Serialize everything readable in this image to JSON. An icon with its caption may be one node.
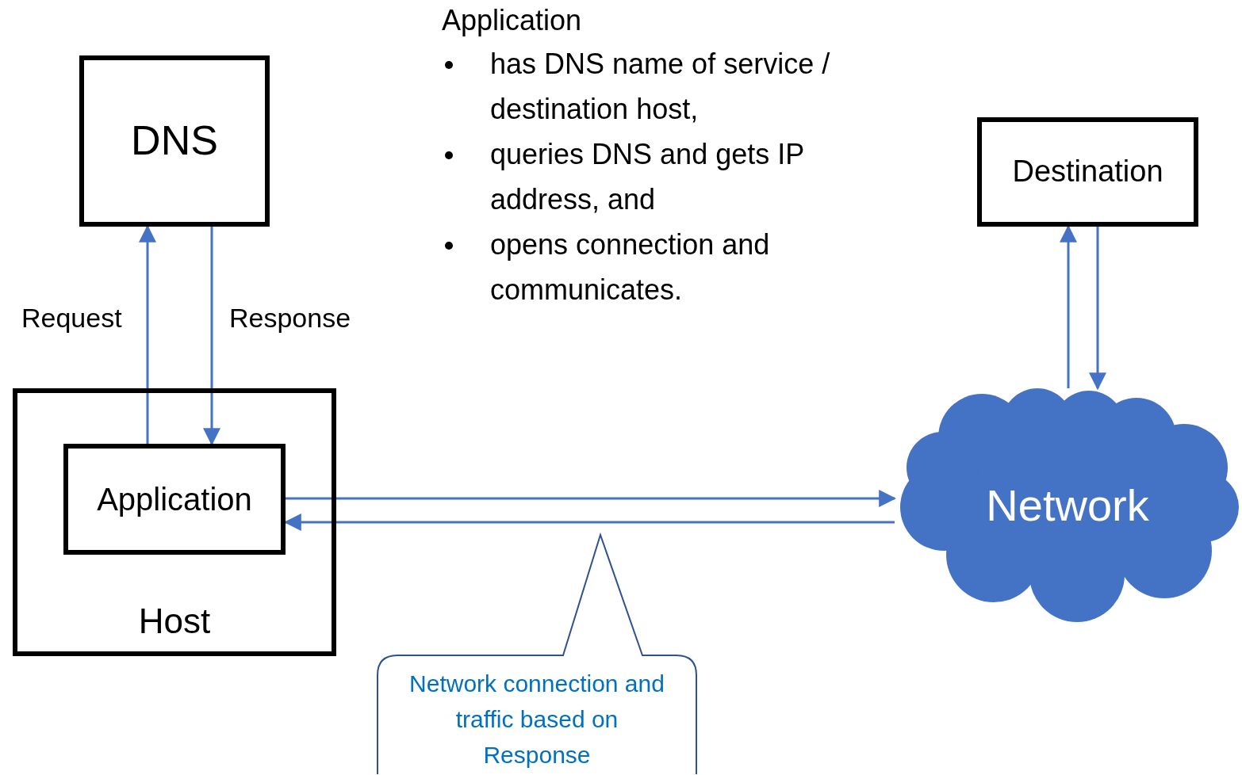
{
  "diagram": {
    "nodes": [
      {
        "text": [
          "DNS"
        ]
      },
      {
        "text": [
          "Host"
        ]
      },
      {
        "text": [
          "Application"
        ],
        "in": 1
      },
      {
        "text": [
          "Destination"
        ]
      },
      {
        "text": [
          "Network"
        ]
      },
      {
        "text": [
          "Network connection and traffic based on Response"
        ]
      }
    ],
    "edges": [
      {
        "from": 2,
        "to": 0,
        "arrow": "to",
        "label": "Request"
      },
      {
        "from": 0,
        "to": 2,
        "arrow": "to",
        "label": "Response"
      },
      {
        "from": 2,
        "to": 4,
        "arrow": "to"
      },
      {
        "from": 4,
        "to": 2,
        "arrow": "to"
      },
      {
        "from": 4,
        "to": 3,
        "arrow": "to"
      },
      {
        "from": 3,
        "to": 4,
        "arrow": "to"
      }
    ],
    "labels": [
      "Application",
      "has DNS name of service / destination host,",
      "queries DNS and gets IP address, and",
      "opens connection and communicates."
    ]
  }
}
